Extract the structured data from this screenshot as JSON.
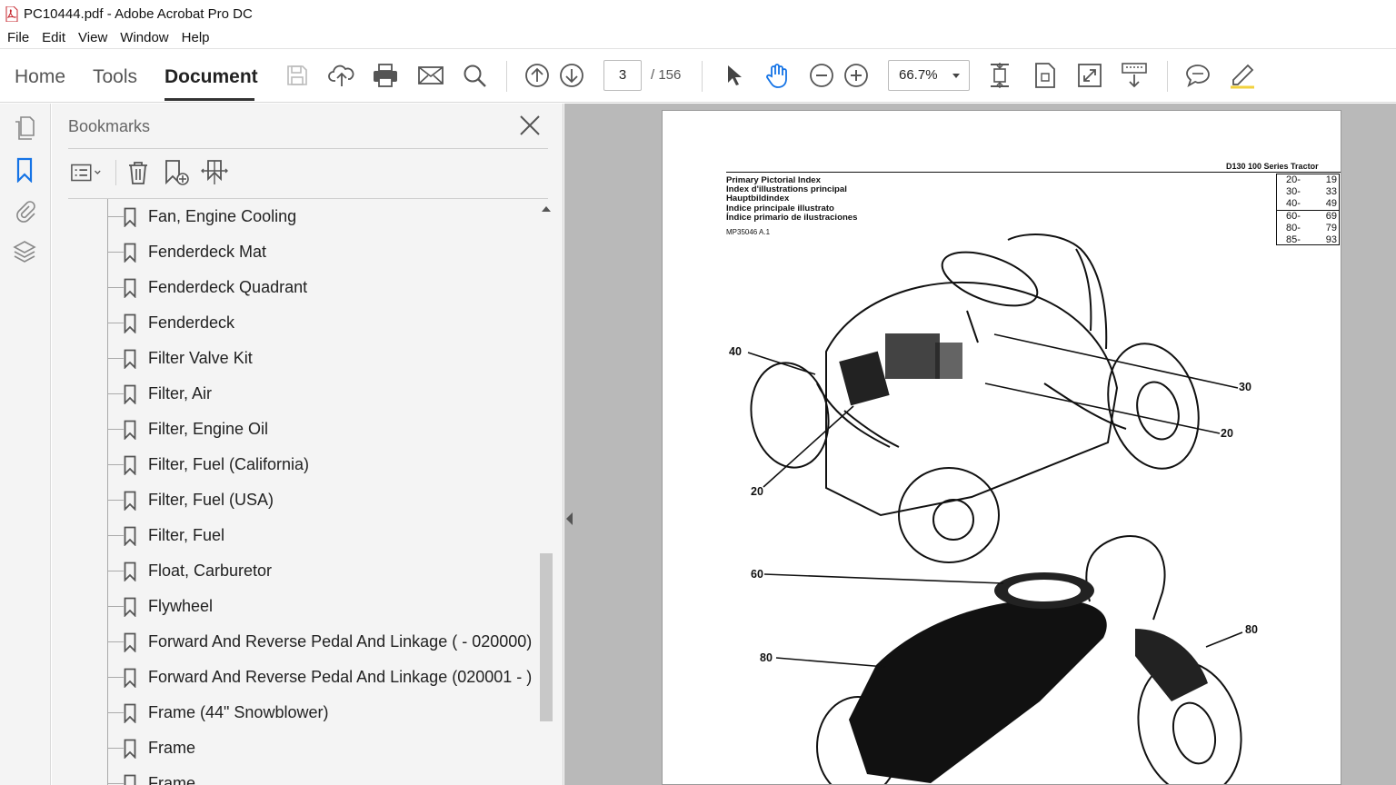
{
  "window": {
    "title": "PC10444.pdf - Adobe Acrobat Pro DC"
  },
  "menu": [
    "File",
    "Edit",
    "View",
    "Window",
    "Help"
  ],
  "toolbar": {
    "tabs": [
      "Home",
      "Tools",
      "Document"
    ],
    "active_tab": "Document",
    "page_current": "3",
    "page_total": "/ 156",
    "zoom": "66.7%"
  },
  "bookmarks_panel": {
    "title": "Bookmarks",
    "items": [
      "Fan, Engine Cooling",
      "Fenderdeck Mat",
      "Fenderdeck Quadrant",
      "Fenderdeck",
      "Filter Valve Kit",
      "Filter, Air",
      "Filter, Engine Oil",
      "Filter, Fuel (California)",
      "Filter, Fuel (USA)",
      "Filter, Fuel",
      "Float, Carburetor",
      "Flywheel",
      "Forward And Reverse Pedal And Linkage ( - 020000)",
      "Forward And Reverse Pedal And Linkage (020001 - )",
      "Frame (44\" Snowblower)",
      "Frame",
      "Frame"
    ]
  },
  "document_page": {
    "header_right": "D130  100  Series  Tractor",
    "titles": [
      "Primary Pictorial Index",
      "Index d'illustrations principal",
      "Hauptbildindex",
      "Indice principale illustrato",
      "Índice primario de ilustraciones"
    ],
    "reference": "MP35046 A.1",
    "index_table": [
      {
        "from": "20-",
        "to": "19"
      },
      {
        "from": "30-",
        "to": "33"
      },
      {
        "from": "40-",
        "to": "49"
      },
      {
        "from": "60-",
        "to": "69"
      },
      {
        "from": "80-",
        "to": "79"
      },
      {
        "from": "85-",
        "to": "93"
      }
    ],
    "callouts": [
      "40",
      "30",
      "20",
      "20",
      "60",
      "80",
      "80"
    ]
  },
  "colors": {
    "accent": "#1473e6",
    "page_bg": "#b9b9b9",
    "panel_bg": "#f4f4f4"
  }
}
